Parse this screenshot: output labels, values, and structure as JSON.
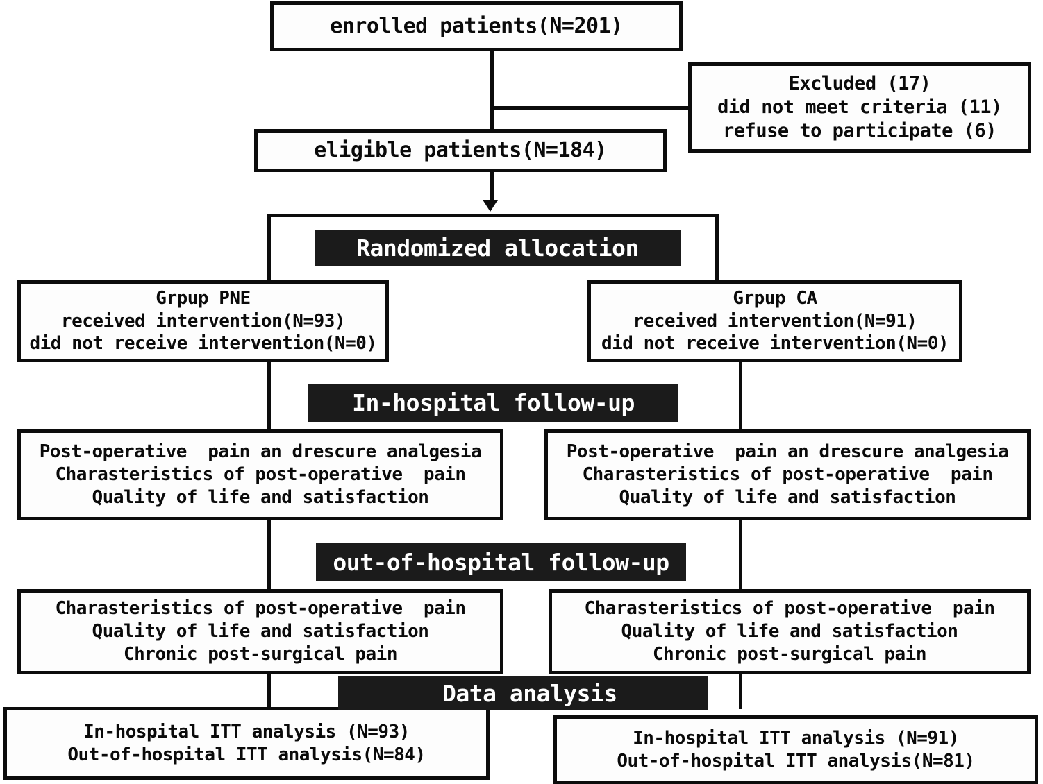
{
  "diagram": {
    "title": "CONSORT participant flow diagram",
    "colors": {
      "stroke": "#0c0c0c",
      "box_fill": "#fdfdfd",
      "banner_fill": "#1b1b1b",
      "banner_text": "#ffffff"
    }
  },
  "nodes": {
    "enrolled": {
      "lines": [
        "enrolled patients(N=201)"
      ]
    },
    "excluded": {
      "lines": [
        "Excluded (17)",
        "did not meet criteria (11)",
        "refuse to participate (6)"
      ]
    },
    "eligible": {
      "lines": [
        "eligible patients(N=184)"
      ]
    },
    "randomized_banner": {
      "label": "Randomized allocation"
    },
    "group_pne": {
      "lines": [
        "Grpup PNE",
        "received intervention(N=93)",
        "did not receive intervention(N=0)"
      ]
    },
    "group_ca": {
      "lines": [
        "Grpup CA",
        "received intervention(N=91)",
        "did not receive intervention(N=0)"
      ]
    },
    "in_hospital_banner": {
      "label": "In-hospital follow-up"
    },
    "in_hospital_pne": {
      "lines": [
        "Post-operative  pain an drescure analgesia",
        "Charasteristics of post-operative  pain",
        "Quality of life and satisfaction"
      ]
    },
    "in_hospital_ca": {
      "lines": [
        "Post-operative  pain an drescure analgesia",
        "Charasteristics of post-operative  pain",
        "Quality of life and satisfaction"
      ]
    },
    "out_hospital_banner": {
      "label": "out-of-hospital follow-up"
    },
    "out_hospital_pne": {
      "lines": [
        "Charasteristics of post-operative  pain",
        "Quality of life and satisfaction",
        "Chronic post-surgical pain"
      ]
    },
    "out_hospital_ca": {
      "lines": [
        "Charasteristics of post-operative  pain",
        "Quality of life and satisfaction",
        "Chronic post-surgical pain"
      ]
    },
    "data_analysis_banner": {
      "label": "Data analysis"
    },
    "analysis_pne": {
      "lines": [
        "In-hospital ITT analysis (N=93)",
        "Out-of-hospital ITT analysis(N=84)"
      ]
    },
    "analysis_ca": {
      "lines": [
        "In-hospital ITT analysis (N=91)",
        "Out-of-hospital ITT analysis(N=81)"
      ]
    }
  },
  "chart_data": {
    "type": "table",
    "title": "CONSORT participant flow",
    "stages": [
      {
        "stage": "Enrolled",
        "n": 201
      },
      {
        "stage": "Excluded total",
        "n": 17
      },
      {
        "stage": "Excluded - did not meet criteria",
        "n": 11
      },
      {
        "stage": "Excluded - refuse to participate",
        "n": 6
      },
      {
        "stage": "Eligible / randomized",
        "n": 184
      },
      {
        "stage": "Group PNE received intervention",
        "n": 93
      },
      {
        "stage": "Group PNE did not receive intervention",
        "n": 0
      },
      {
        "stage": "Group CA received intervention",
        "n": 91
      },
      {
        "stage": "Group CA did not receive intervention",
        "n": 0
      },
      {
        "stage": "Group PNE in-hospital ITT analysis",
        "n": 93
      },
      {
        "stage": "Group PNE out-of-hospital ITT analysis",
        "n": 84
      },
      {
        "stage": "Group CA in-hospital ITT analysis",
        "n": 91
      },
      {
        "stage": "Group CA out-of-hospital ITT analysis",
        "n": 81
      }
    ]
  }
}
